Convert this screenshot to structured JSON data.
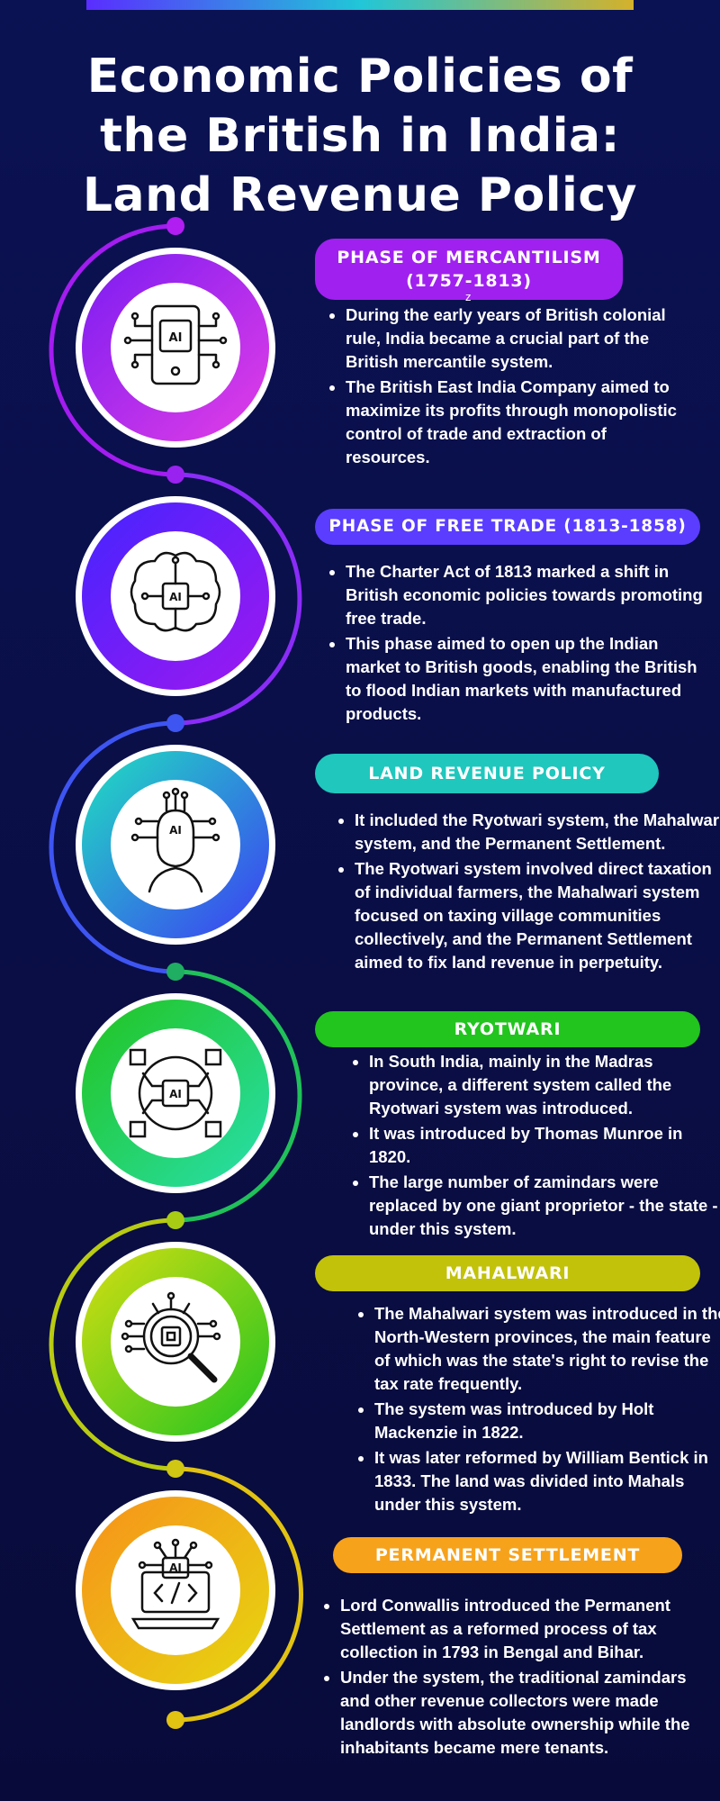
{
  "title_lines": [
    "Economic Policies of",
    "the British in India:",
    "Land Revenue Policy"
  ],
  "colors": {
    "background": "#0a0e45",
    "mercantilism": "#a020f0",
    "free_trade": "#5a3dff",
    "land_revenue": "#1fc7bd",
    "ryotwari": "#22c41e",
    "mahalwari": "#c2c20a",
    "permanent_settlement": "#f7a21b"
  },
  "icons": [
    "ai-chip-icon",
    "ai-brain-circuit-icon",
    "ai-head-icon",
    "ai-globe-circuit-icon",
    "ai-search-chip-icon",
    "ai-laptop-code-icon"
  ],
  "icon_label": "AI",
  "stray_mark": "z",
  "sections": [
    {
      "heading": "PHASE OF MERCANTILISM (1757-1813)",
      "bullets": [
        "During the early years of British colonial rule, India became a crucial part of the British mercantile system.",
        "The British East India Company aimed to maximize its profits through monopolistic control of trade and extraction of resources."
      ]
    },
    {
      "heading": "PHASE OF FREE TRADE (1813-1858)",
      "bullets": [
        "The Charter Act of 1813 marked a shift in British economic policies towards promoting free trade.",
        "This phase aimed to open up the Indian market to British goods, enabling the British to flood Indian markets with manufactured products."
      ]
    },
    {
      "heading": "LAND REVENUE POLICY",
      "bullets": [
        "It included the Ryotwari system, the Mahalwari system, and the Permanent Settlement.",
        "The Ryotwari system involved direct taxation of individual farmers, the Mahalwari system focused on taxing village communities collectively, and the Permanent Settlement aimed to fix land revenue in perpetuity."
      ]
    },
    {
      "heading": "RYOTWARI",
      "bullets": [
        "In South India, mainly in the Madras province, a different system called the Ryotwari system was introduced.",
        "It was introduced by Thomas Munroe in 1820.",
        "The large number of zamindars were replaced by one giant proprietor - the state - under this system."
      ]
    },
    {
      "heading": "MAHALWARI",
      "bullets": [
        "The Mahalwari system was introduced in the North-Western provinces, the main feature of which was the state's right to revise the tax rate frequently.",
        "The system was introduced by Holt Mackenzie in 1822.",
        "It was later reformed by William Bentick in 1833. The land was divided into Mahals under this system."
      ]
    },
    {
      "heading": "PERMANENT SETTLEMENT",
      "bullets": [
        "Lord Conwallis introduced the Permanent Settlement as a reformed process of tax collection in 1793 in Bengal and Bihar.",
        "Under the system, the traditional zamindars and other revenue collectors were made landlords with absolute ownership while the inhabitants became mere tenants."
      ]
    }
  ]
}
